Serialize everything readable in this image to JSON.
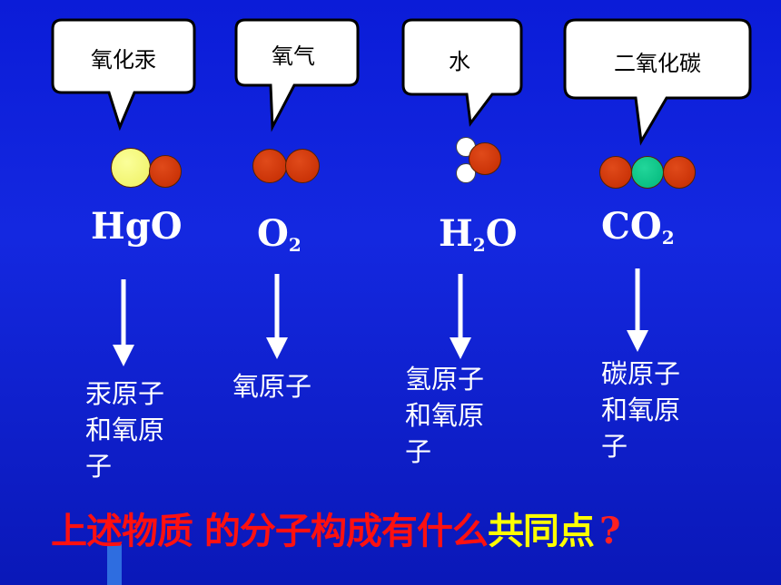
{
  "callouts": [
    "氧化汞",
    "氧气",
    "水",
    "二氧化碳"
  ],
  "formulas": [
    {
      "main": "HgO",
      "sub": "",
      "after": ""
    },
    {
      "main": "O",
      "sub": "2",
      "after": ""
    },
    {
      "main": "H",
      "sub": "2",
      "after": "O"
    },
    {
      "main": "CO",
      "sub": "2",
      "after": ""
    }
  ],
  "descriptions": [
    [
      "汞原子",
      "和氧原",
      "子"
    ],
    [
      "氧原子"
    ],
    [
      "氢原子",
      "和氧原",
      "子"
    ],
    [
      "碳原子",
      "和氧原",
      "子"
    ]
  ],
  "question": {
    "part1": "上述物质 的分子构成有什么",
    "highlight": "共同点",
    "mark": "?"
  },
  "colors": {
    "background": "#1428e0",
    "oxygen": "#c22a00",
    "mercury": "#eef060",
    "hydrogen": "#ffffff",
    "carbon": "#00b67a",
    "question_text": "#ff1010",
    "question_highlight": "#ffff00"
  }
}
